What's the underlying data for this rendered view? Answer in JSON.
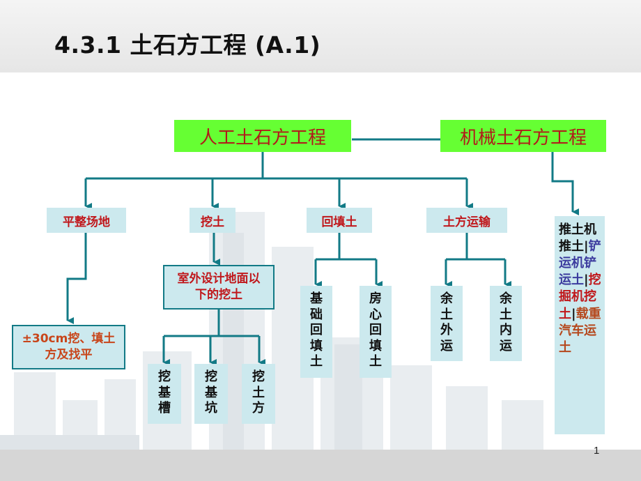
{
  "slide": {
    "title": "4.3.1  土石方工程 (A.1)",
    "page_number": "1"
  },
  "diagram": {
    "manual": "人工土石方工程",
    "mechanical": "机械土石方工程",
    "categories": [
      "平整场地",
      "挖土",
      "回填土",
      "土方运输"
    ],
    "leveling_detail": "±30cm挖、填土方及找平",
    "excavation_detail": "室外设计地面以下的挖土",
    "excavation_items": [
      "挖基槽",
      "挖基坑",
      "挖土方"
    ],
    "backfill_items": [
      "基础回填土",
      "房心回填土"
    ],
    "transport_items": [
      "余土外运",
      "余土内运"
    ],
    "machine_segments": [
      "推土机推土",
      "|",
      "铲运机铲运土",
      "|",
      "挖掘机挖土",
      "|",
      "载重汽车运土"
    ]
  },
  "colors": {
    "connector": "#127a86",
    "top_box": "#66ff33",
    "box_fill": "#cce9ee",
    "red_text": "#c0171b"
  }
}
